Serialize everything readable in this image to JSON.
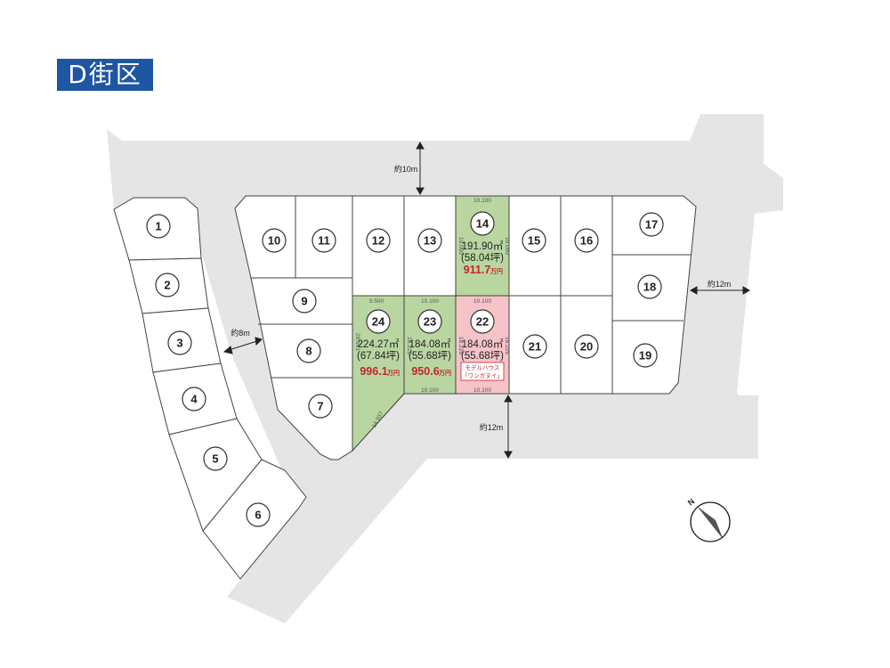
{
  "title": "D街区",
  "colors": {
    "title_bg": "#1f56a4",
    "sold_or_available_green": "#b9d6a1",
    "model_pink": "#f5c3c8",
    "price_red": "#c0262b",
    "road_gray": "#e5e5e5"
  },
  "roads": {
    "north": "約10m",
    "east": "約12m",
    "south": "約12m",
    "west": "約8m"
  },
  "lots": [
    {
      "id": "1"
    },
    {
      "id": "2"
    },
    {
      "id": "3"
    },
    {
      "id": "4"
    },
    {
      "id": "5"
    },
    {
      "id": "6"
    },
    {
      "id": "7"
    },
    {
      "id": "8"
    },
    {
      "id": "9"
    },
    {
      "id": "10"
    },
    {
      "id": "11"
    },
    {
      "id": "12"
    },
    {
      "id": "13"
    },
    {
      "id": "14",
      "area": "191.90㎡",
      "tsubo": "(58.04坪)",
      "price_num": "911.7",
      "price_unit": "万円",
      "status": "available"
    },
    {
      "id": "15"
    },
    {
      "id": "16"
    },
    {
      "id": "17"
    },
    {
      "id": "18"
    },
    {
      "id": "19"
    },
    {
      "id": "20"
    },
    {
      "id": "21"
    },
    {
      "id": "22",
      "area": "184.08㎡",
      "tsubo": "(55.68坪)",
      "note_line1": "モデルハウス",
      "note_line2": "「ワンガヌイ」",
      "status": "model_house"
    },
    {
      "id": "23",
      "area": "184.08㎡",
      "tsubo": "(55.68坪)",
      "price_num": "950.6",
      "price_unit": "万円",
      "status": "available"
    },
    {
      "id": "24",
      "area": "224.27㎡",
      "tsubo": "(67.84坪)",
      "price_num": "996.1",
      "price_unit": "万円",
      "status": "available"
    }
  ],
  "dimensions": {
    "lot14_top": "10.100",
    "lot14_left": "19.000",
    "lot14_right": "19.000",
    "lot24_top": "9.500",
    "lot24_left": "28.991",
    "lot24_diag": "14.937",
    "lot23_top": "10.100",
    "lot23_left": "18.226",
    "lot23_bottom": "10.100",
    "lot22_top": "10.100",
    "lot22_left": "18.226",
    "lot22_right": "18.226",
    "lot22_bottom": "10.100"
  },
  "compass": {
    "label": "N"
  }
}
